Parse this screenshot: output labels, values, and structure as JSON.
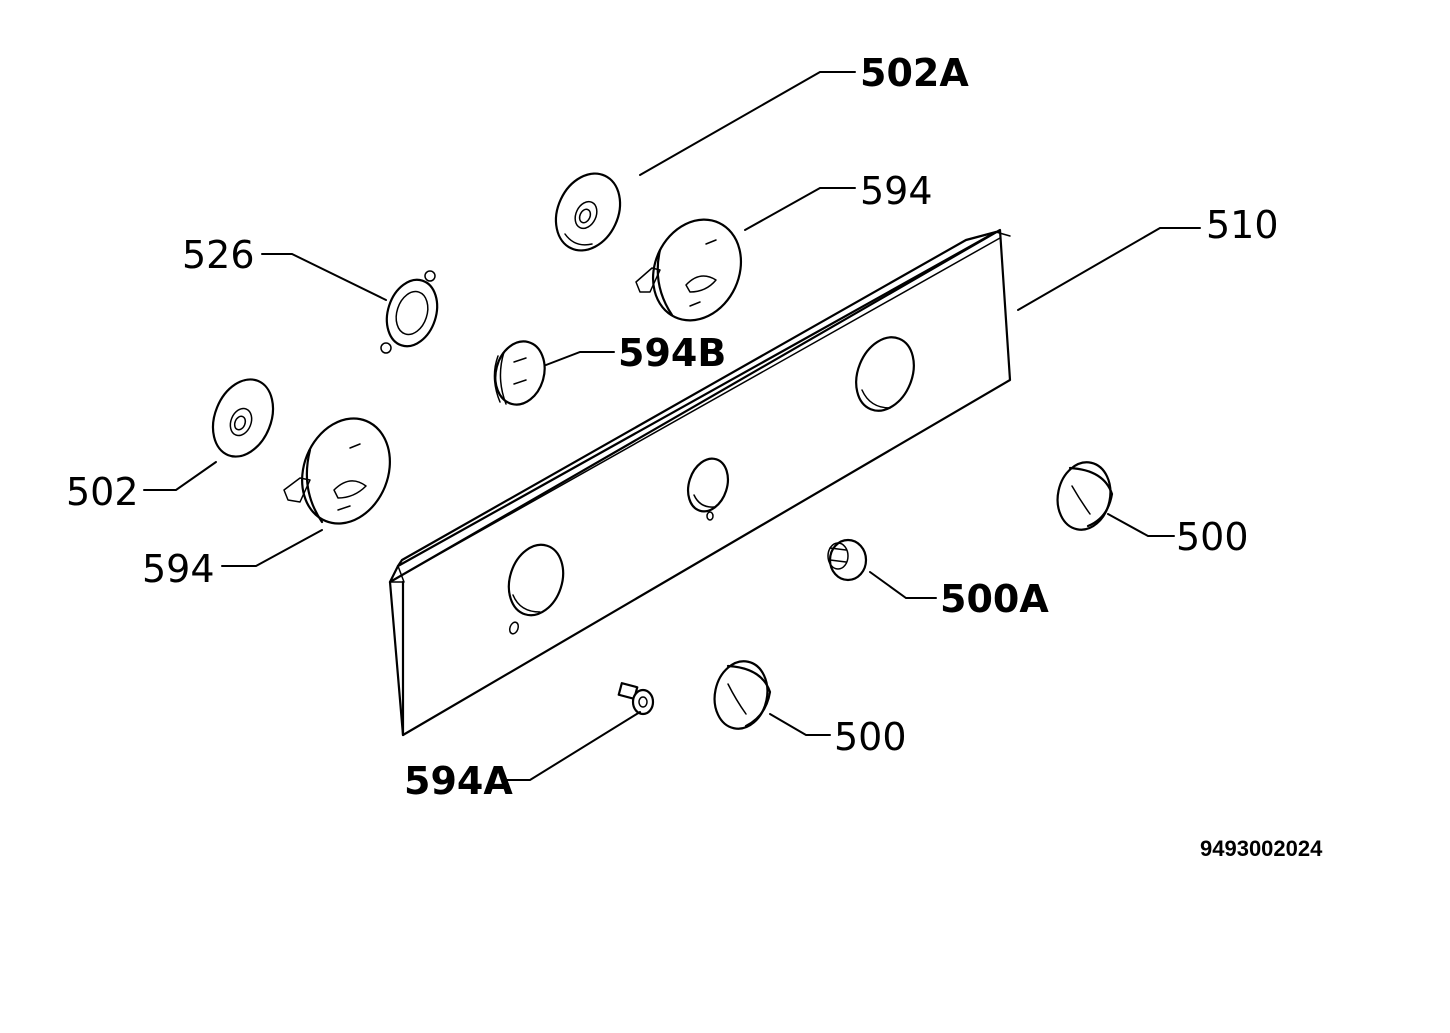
{
  "parts": [
    {
      "id": "part-502A",
      "label": "502A"
    },
    {
      "id": "part-594-top",
      "label": "594"
    },
    {
      "id": "part-510",
      "label": "510"
    },
    {
      "id": "part-526",
      "label": "526"
    },
    {
      "id": "part-594B",
      "label": "594B"
    },
    {
      "id": "part-502",
      "label": "502"
    },
    {
      "id": "part-594-left",
      "label": "594"
    },
    {
      "id": "part-500-right",
      "label": "500"
    },
    {
      "id": "part-500A",
      "label": "500A"
    },
    {
      "id": "part-500-bottom",
      "label": "500"
    },
    {
      "id": "part-594A",
      "label": "594A"
    }
  ],
  "document_number": "9493002024"
}
